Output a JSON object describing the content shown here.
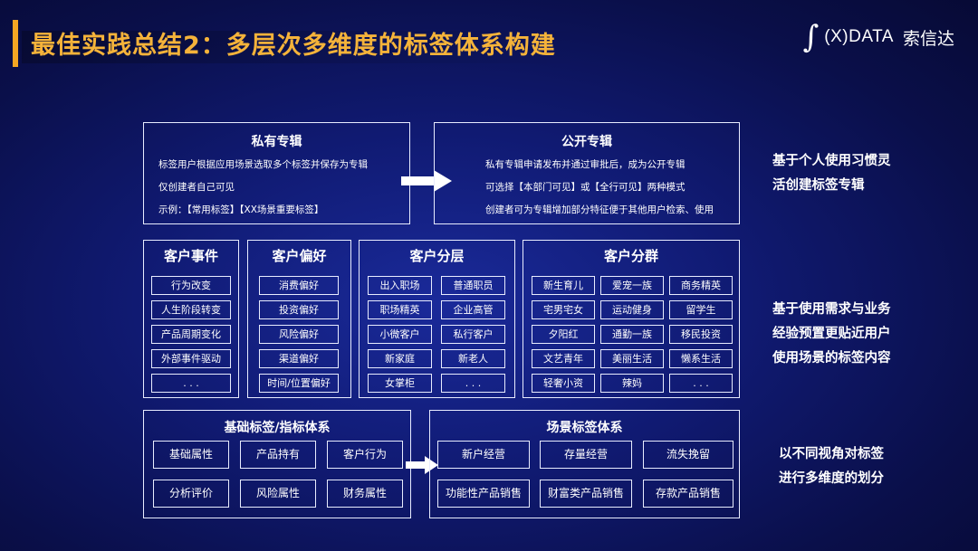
{
  "header": {
    "title": "最佳实践总结2：多层次多维度的标签体系构建",
    "logo_mark": "∫",
    "logo_text": "(X)DATA",
    "logo_cn": "索信达"
  },
  "private_album": {
    "title": "私有专辑",
    "lines": [
      "标签用户根据应用场景选取多个标签并保存为专辑",
      "仅创建者自己可见",
      "示例：【常用标签】【XX场景重要标签】"
    ]
  },
  "public_album": {
    "title": "公开专辑",
    "lines": [
      "私有专辑申请发布并通过审批后，成为公开专辑",
      "可选择【本部门可见】或【全行可见】两种模式",
      "创建者可为专辑增加部分特征便于其他用户检索、使用"
    ]
  },
  "customer_event": {
    "title": "客户事件",
    "items": [
      "行为改变",
      "人生阶段转变",
      "产品周期变化",
      "外部事件驱动",
      ". . ."
    ]
  },
  "customer_pref": {
    "title": "客户偏好",
    "items": [
      "消费偏好",
      "投资偏好",
      "风险偏好",
      "渠道偏好",
      "时间/位置偏好"
    ]
  },
  "customer_tier": {
    "title": "客户分层",
    "col1": [
      "出入职场",
      "职场精英",
      "小微客户",
      "新家庭",
      "女掌柜"
    ],
    "col2": [
      "普通职员",
      "企业高管",
      "私行客户",
      "新老人",
      ". . ."
    ]
  },
  "customer_group": {
    "title": "客户分群",
    "col1": [
      "新生育儿",
      "宅男宅女",
      "夕阳红",
      "文艺青年",
      "轻奢小资"
    ],
    "col2": [
      "爱宠一族",
      "运动健身",
      "通勤一族",
      "美丽生活",
      "辣妈"
    ],
    "col3": [
      "商务精英",
      "留学生",
      "移民投资",
      "懒系生活",
      ". . ."
    ]
  },
  "basic_tags": {
    "title": "基础标签/指标体系",
    "row1": [
      "基础属性",
      "产品持有",
      "客户行为"
    ],
    "row2": [
      "分析评价",
      "风险属性",
      "财务属性"
    ]
  },
  "scene_tags": {
    "title": "场景标签体系",
    "row1": [
      "新户经营",
      "存量经营",
      "流失挽留"
    ],
    "row2": [
      "功能性产品销售",
      "财富类产品销售",
      "存款产品销售"
    ]
  },
  "side_notes": {
    "note1": [
      "基于个人使用习惯灵",
      "活创建标签专辑"
    ],
    "note2": [
      "基于使用需求与业务",
      "经验预置更贴近用户",
      "使用场景的标签内容"
    ],
    "note3": [
      "以不同视角对标签",
      "进行多维度的划分"
    ]
  }
}
